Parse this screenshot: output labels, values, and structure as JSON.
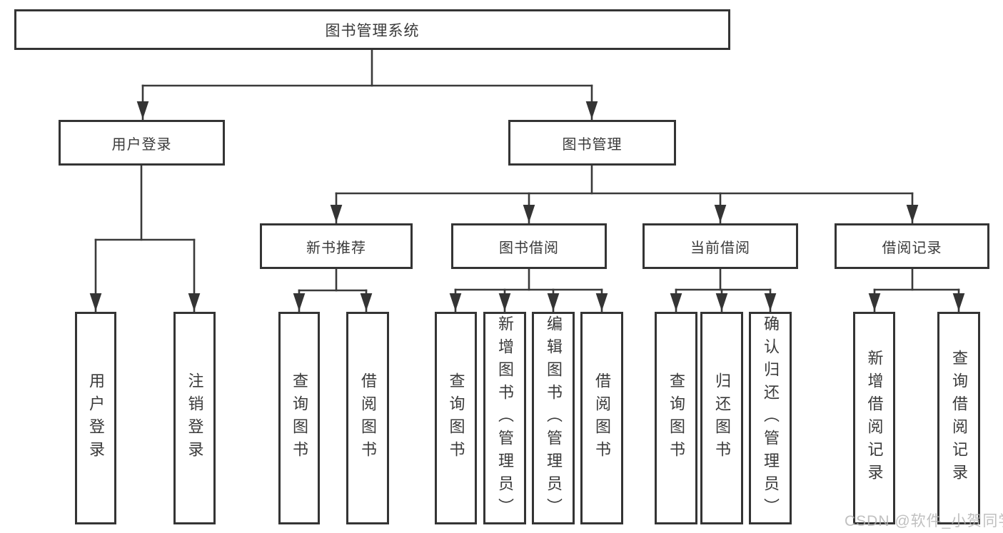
{
  "diagram": {
    "title": "图书管理系统",
    "login_branch": {
      "label": "用户登录",
      "children": [
        "用户登录",
        "注销登录"
      ]
    },
    "mgmt_branch": {
      "label": "图书管理",
      "groups": [
        {
          "label": "新书推荐",
          "children": [
            "查询图书",
            "借阅图书"
          ]
        },
        {
          "label": "图书借阅",
          "children": [
            "查询图书",
            "新增图书（管理员）",
            "编辑图书（管理员）",
            "借阅图书"
          ]
        },
        {
          "label": "当前借阅",
          "children": [
            "查询图书",
            "归还图书",
            "确认归还（管理员）"
          ]
        },
        {
          "label": "借阅记录",
          "children": [
            "新增借阅记录",
            "查询借阅记录"
          ]
        }
      ]
    }
  },
  "watermark": {
    "text": "CSDN @软件_小贺同学"
  }
}
